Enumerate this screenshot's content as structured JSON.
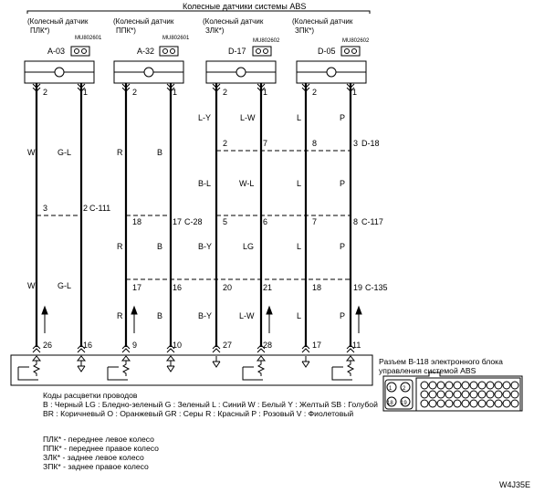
{
  "title": "Колесные датчики системы ABS",
  "sensors": [
    {
      "label_line1": "(Колесный датчик",
      "label_line2": "ПЛК*)",
      "part": "MU802601",
      "connector": "A-03",
      "pins": [
        "2",
        "1"
      ]
    },
    {
      "label_line1": "(Колесный датчик",
      "label_line2": "ППК*)",
      "part": "MU802601",
      "connector": "A-32",
      "pins": [
        "2",
        "1"
      ]
    },
    {
      "label_line1": "(Колесный датчик",
      "label_line2": "ЗЛК*)",
      "part": "MU802602",
      "connector": "D-17",
      "pins": [
        "2",
        "1"
      ]
    },
    {
      "label_line1": "(Колесный датчик",
      "label_line2": "ЗПК*)",
      "part": "MU802602",
      "connector": "D-05",
      "pins": [
        "2",
        "1"
      ]
    }
  ],
  "wire_colors_top": [
    "W",
    "G-L",
    "R",
    "B",
    "L-Y",
    "L-W",
    "L",
    "P"
  ],
  "joint_d18": {
    "pins": [
      "2",
      "7",
      "8",
      "3"
    ],
    "connector": "D-18"
  },
  "colors_mid1": [
    "B-L",
    "W-L",
    "L",
    "P"
  ],
  "joint_c111": {
    "pins": [
      "3",
      "2"
    ],
    "connector": "C-111"
  },
  "joint_c28": {
    "pins": [
      "18",
      "17"
    ],
    "connector": "C-28"
  },
  "joint_c117": {
    "pins": [
      "5",
      "6",
      "7",
      "8"
    ],
    "connector": "C-117"
  },
  "colors_mid2": [
    "R",
    "B",
    "B-Y",
    "LG",
    "L",
    "P"
  ],
  "joint_c135": {
    "pins": [
      "17",
      "16",
      "20",
      "21",
      "18",
      "19"
    ],
    "connector": "C-135"
  },
  "colors_low": [
    "W",
    "G-L",
    "R",
    "B",
    "B-Y",
    "L-W",
    "L",
    "P"
  ],
  "ecu_pins": [
    "26",
    "16",
    "9",
    "10",
    "27",
    "28",
    "17",
    "11"
  ],
  "connector_caption_line1": "Разъем B-118 электронного блока",
  "connector_caption_line2": "управления системой ABS",
  "connector_pins": [
    "1",
    "2",
    "18",
    "19"
  ],
  "legend": {
    "title": "Коды расцветки проводов",
    "line1": "B : Черный   LG : Бледно-зеленый   G : Зеленый   L : Синий   W : Белый   Y : Желтый   SB : Голубой",
    "line2": "BR : Коричневый   O : Оранжевый   GR : Серы   R : Красный   P : Розовый   V : Фиолетовый"
  },
  "sides": [
    "ПЛК* - переднее левое колесо",
    "ППК* - переднее правое колесо",
    "ЗЛК* - заднее левое колесо",
    "ЗПК* - заднее правое колесо"
  ],
  "figure_id": "W4J35E"
}
